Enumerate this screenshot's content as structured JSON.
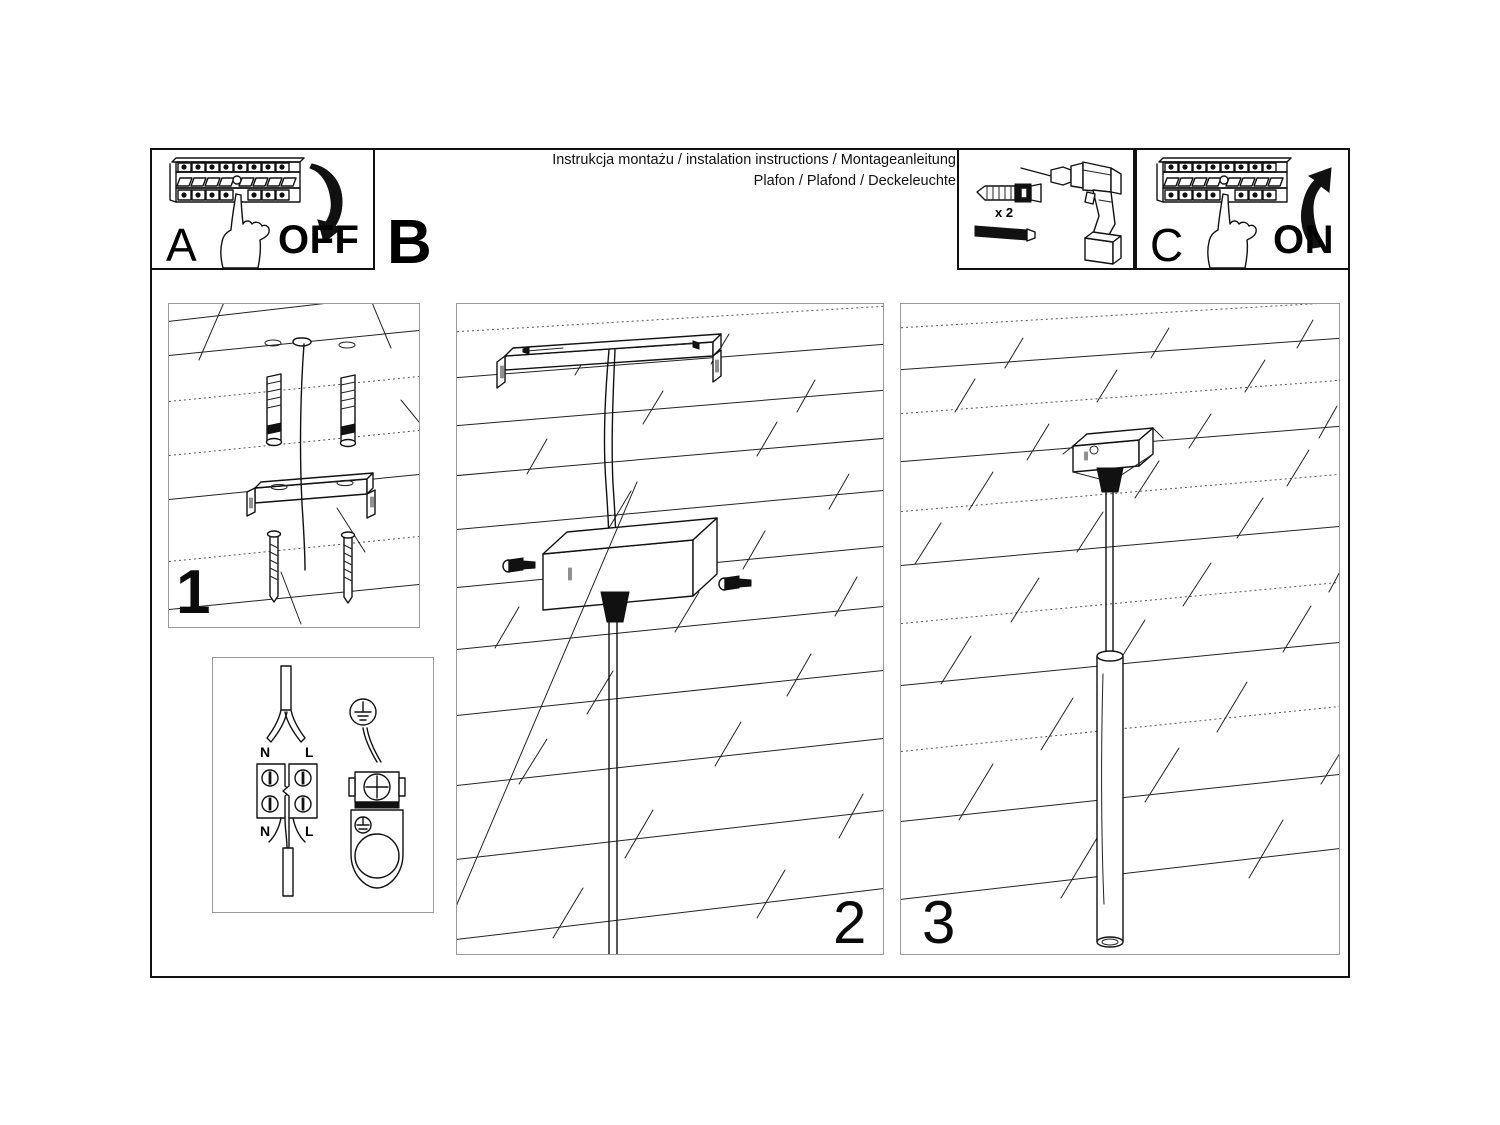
{
  "document": {
    "type": "installation-instruction-sheet",
    "title_lines": [
      "Instrukcja montażu / instalation instructions / Montageanleitung",
      "Plafon / Plafond / Deckeleuchte"
    ]
  },
  "header": {
    "panel_a": {
      "letter": "A",
      "action_label": "OFF",
      "icon": "circuit-breaker-panel",
      "hand": "pointing-hand",
      "arrow": "curved-arrow-down"
    },
    "panel_b": {
      "letter": "B"
    },
    "panel_drill": {
      "icon": "power-drill",
      "parts": [
        "wall-plug-anchor",
        "screw"
      ],
      "quantity_label": "x 2"
    },
    "panel_c": {
      "letter": "C",
      "action_label": "ON",
      "icon": "circuit-breaker-panel",
      "hand": "pointing-hand",
      "arrow": "curved-arrow-up"
    }
  },
  "steps": [
    {
      "number": "1",
      "name": "mount-bracket-to-ceiling",
      "contents": [
        "ceiling-plank-surface",
        "drilled-holes",
        "wall-anchors",
        "mounting-bracket",
        "screws",
        "supply-cable"
      ]
    },
    {
      "number": "2",
      "name": "attach-canopy-and-wire",
      "contents": [
        "ceiling-plank-surface",
        "mounting-bracket",
        "canopy-box",
        "grub-screws",
        "cable-grip",
        "pendant-cable"
      ]
    },
    {
      "number": "3",
      "name": "finished-installation",
      "contents": [
        "ceiling-plank-surface",
        "canopy-box",
        "pendant-cable",
        "pendant-tube-lamp"
      ]
    }
  ],
  "wiring_detail": {
    "name": "terminal-block-wiring",
    "terminal_labels_top": [
      "N",
      "L"
    ],
    "terminal_labels_bottom": [
      "N",
      "L"
    ],
    "earth_symbol": "protective-earth",
    "ground_terminal": "earth-clamp"
  },
  "colors": {
    "ink": "#111111",
    "line": "#3a3a3a",
    "background": "#ffffff"
  }
}
